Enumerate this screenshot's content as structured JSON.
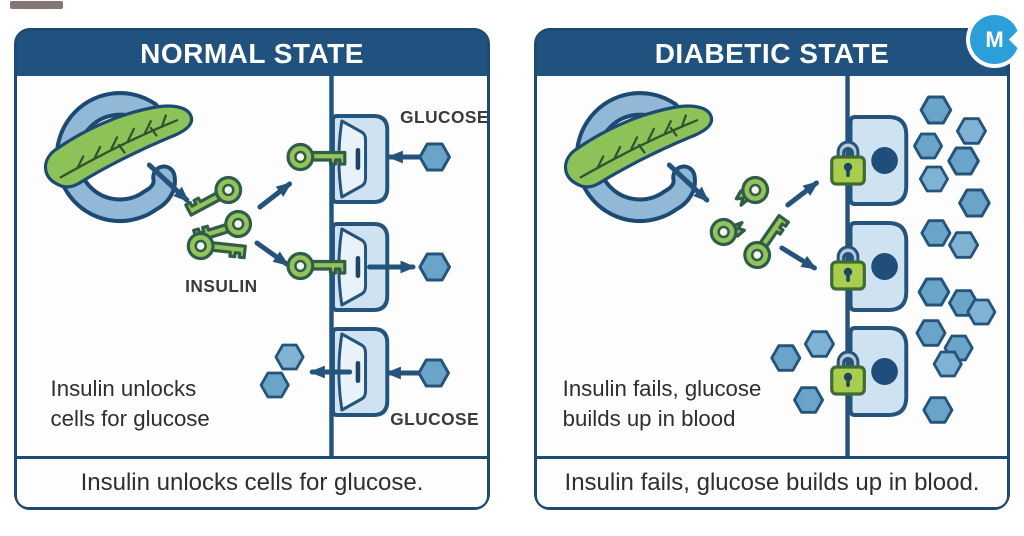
{
  "colors": {
    "navy_border": "#1d4a73",
    "header_bg": "#21517e",
    "arrow": "#24547c",
    "cell_fill": "#cfe2f1",
    "cell_door_fill": "#e9f1f9",
    "glucose_fill": "#6ba4c9",
    "glucose_stroke": "#24547c",
    "insulin_key_fill": "#96c25b",
    "insulin_key_stroke": "#2e5e49",
    "lock_body_fill": "#a9ce4d",
    "lock_shackle_fill": "#b6c6d6",
    "nucleus_fill": "#1e4e79",
    "text": "#2e2e2e",
    "panel_bg": "#fdfdfd",
    "logo_blue": "#2b9fd9"
  },
  "logo": {
    "letter": "M"
  },
  "panels": {
    "normal": {
      "title": "NORMAL STATE",
      "labels": {
        "glucose_top": "GLUCOSE",
        "insulin": "INSULIN",
        "glucose_bottom": "GLUCOSE"
      },
      "note_line1": "Insulin unlocks",
      "note_line2": "cells for glucose",
      "caption": "Insulin unlocks cells for glucose.",
      "cell_count": 3,
      "insulin_key_count": 5,
      "glucose_molecule_count": 5
    },
    "diabetic": {
      "title": "DIABETIC STATE",
      "note_line1": "Insulin fails, glucose",
      "note_line2": "builds up in blood",
      "caption": "Insulin fails, glucose builds up in blood.",
      "locked_cell_count": 3,
      "broken_insulin_count": 3,
      "glucose_molecule_count": 18
    }
  }
}
